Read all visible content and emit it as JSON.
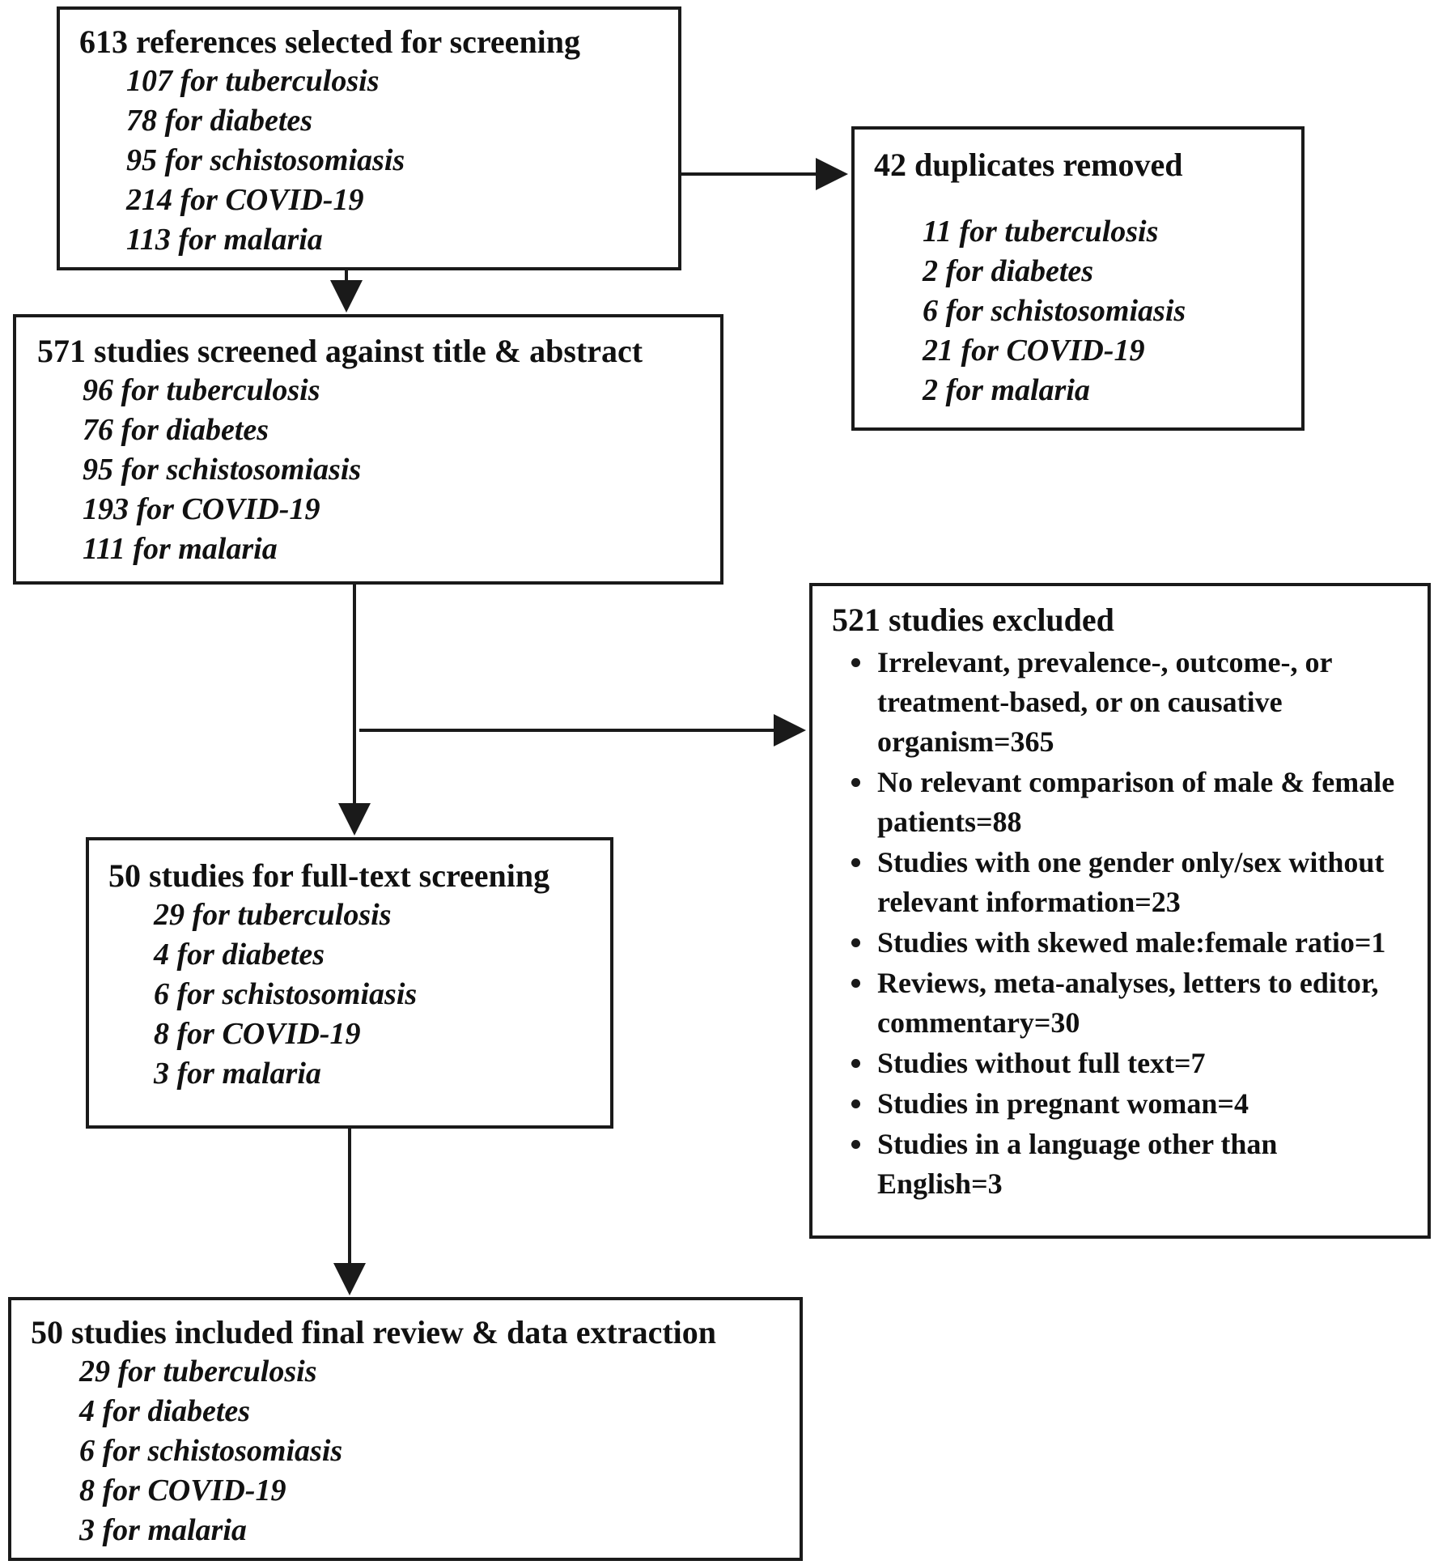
{
  "boxes": {
    "references": {
      "title": "613 references selected for screening",
      "lines": [
        "107 for tuberculosis",
        "78 for diabetes",
        "95 for schistosomiasis",
        "214 for COVID-19",
        "113 for malaria"
      ]
    },
    "duplicates": {
      "title": "42 duplicates removed",
      "lines": [
        "11 for tuberculosis",
        "2 for diabetes",
        "6 for schistosomiasis",
        "21 for COVID-19",
        "2 for malaria"
      ]
    },
    "screened": {
      "title": "571 studies screened against title & abstract",
      "lines": [
        "96 for tuberculosis",
        "76 for diabetes",
        "95 for schistosomiasis",
        "193 for COVID-19",
        "111 for malaria"
      ]
    },
    "excluded": {
      "title": "521 studies excluded",
      "bullets": [
        "Irrelevant, prevalence-, outcome-, or treatment-based, or on causative organism=365",
        "No relevant comparison of male & female patients=88",
        "Studies with one gender only/sex without relevant information=23",
        "Studies with skewed male:female ratio=1",
        "Reviews, meta-analyses, letters to editor, commentary=30",
        "Studies without full text=7",
        "Studies in pregnant woman=4",
        "Studies in a language other than English=3"
      ]
    },
    "fulltext": {
      "title": "50 studies for full-text screening",
      "lines": [
        "29 for tuberculosis",
        "4 for diabetes",
        "6 for schistosomiasis",
        "8 for COVID-19",
        "3 for malaria"
      ]
    },
    "included": {
      "title": "50 studies included final review & data extraction",
      "lines": [
        "29 for tuberculosis",
        "4 for diabetes",
        "6 for schistosomiasis",
        "8 for COVID-19",
        "3 for malaria"
      ]
    }
  },
  "colors": {
    "border": "#1a1a1a",
    "text": "#111111",
    "background": "#ffffff"
  }
}
